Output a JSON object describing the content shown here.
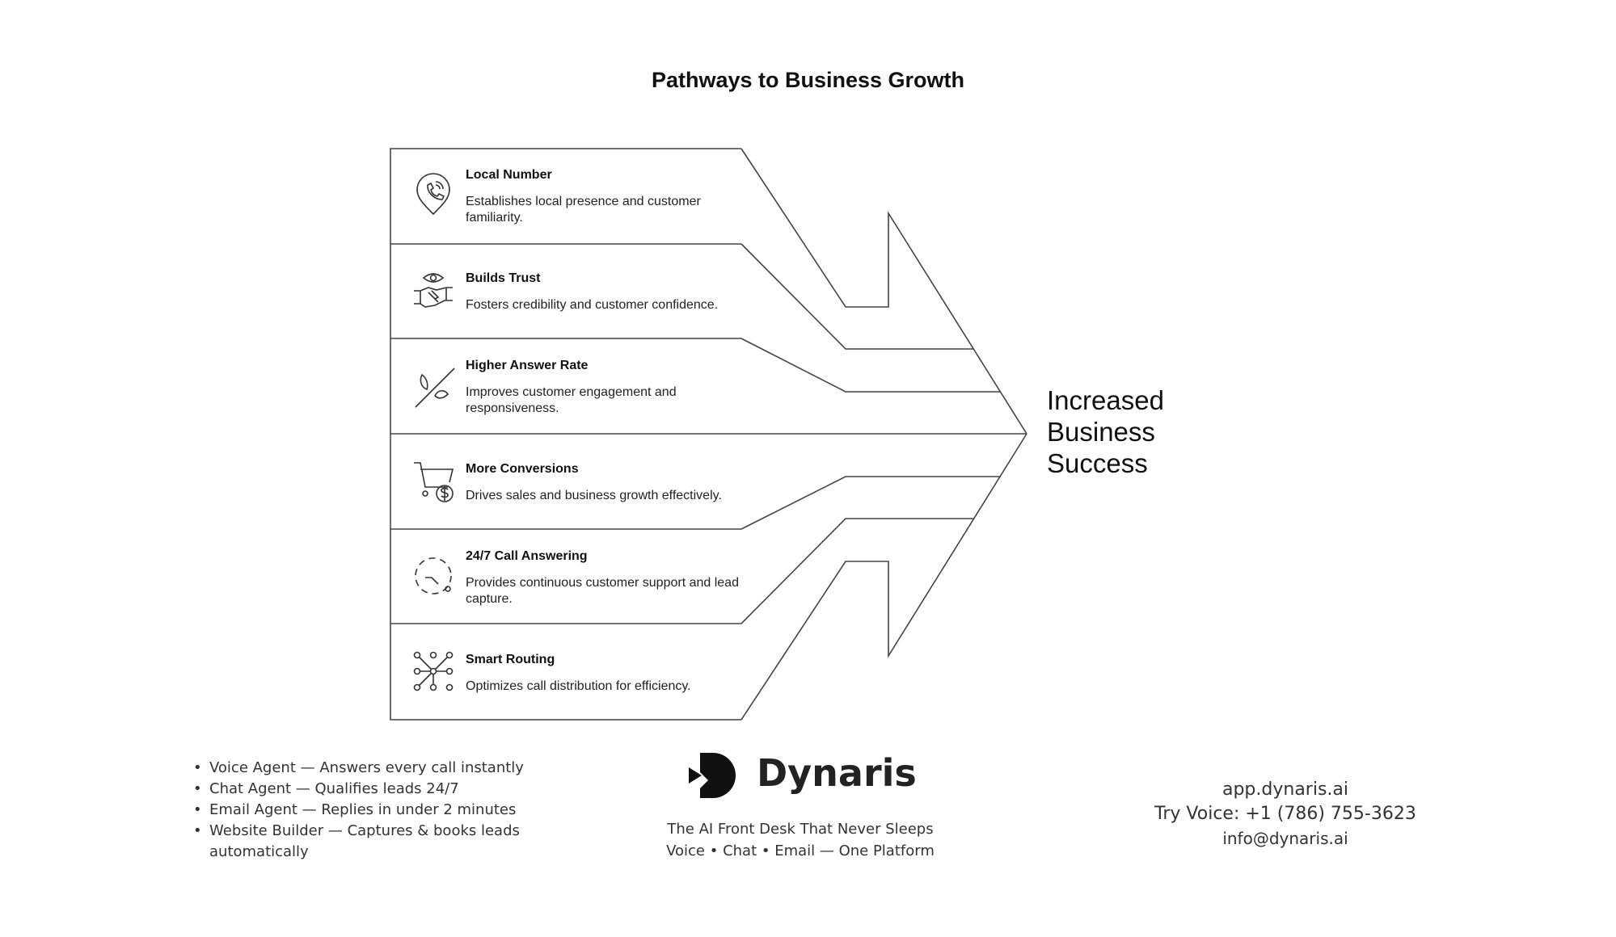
{
  "title": "Pathways to Business Growth",
  "pathways": [
    {
      "title": "Local Number",
      "description": "Establishes local presence and customer familiarity.",
      "icon": "phone-location-pin-icon"
    },
    {
      "title": "Builds Trust",
      "description": "Fosters credibility and customer confidence.",
      "icon": "handshake-eye-icon"
    },
    {
      "title": "Higher Answer Rate",
      "description": "Improves customer engagement and responsiveness.",
      "icon": "answer-rate-leaf-icon"
    },
    {
      "title": "More Conversions",
      "description": "Drives sales and business growth effectively.",
      "icon": "cart-dollar-icon"
    },
    {
      "title": "24/7 Call Answering",
      "description": "Provides continuous customer support and lead capture.",
      "icon": "clock-dashed-icon"
    },
    {
      "title": "Smart Routing",
      "description": "Optimizes call distribution for efficiency.",
      "icon": "routing-network-icon"
    }
  ],
  "outcome": {
    "line1": "Increased",
    "line2": "Business",
    "line3": "Success"
  },
  "features": [
    "Voice Agent — Answers every call instantly",
    "Chat Agent — Qualifies leads 24/7",
    "Email Agent — Replies in under 2 minutes",
    " Website Builder — Captures & books leads automatically"
  ],
  "brand": {
    "name": "Dynaris",
    "tagline": "The AI Front Desk That Never Sleeps",
    "channels": "Voice • Chat • Email — One Platform"
  },
  "contact": {
    "url": "app.dynaris.ai",
    "voice": "Try Voice: +1 (786) 755-3623",
    "email": "info@dynaris.ai"
  }
}
